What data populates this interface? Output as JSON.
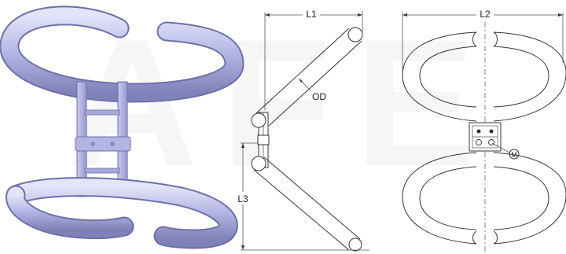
{
  "watermark": "AFE",
  "views": {
    "side": {
      "dim_width": "L1",
      "dim_diameter": "OD",
      "dim_height": "L3"
    },
    "front": {
      "dim_width": "L2",
      "callout": "M"
    }
  }
}
